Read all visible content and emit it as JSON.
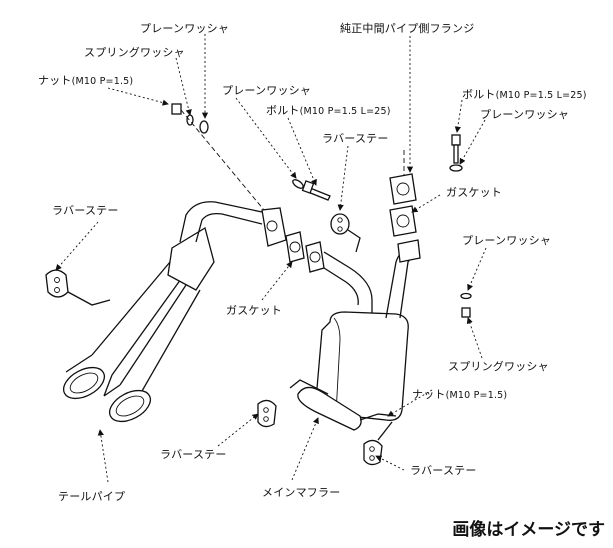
{
  "labels": {
    "plain_washer_top": "プレーンワッシャ",
    "spring_washer_top": "スプリングワッシャ",
    "nut_top": "ナット",
    "nut_top_spec": "(M10 P=1.5)",
    "plain_washer_mid": "プレーンワッシャ",
    "bolt_mid": "ボルト",
    "bolt_mid_spec": "(M10 P=1.5 L=25)",
    "rubber_stay_center": "ラバーステー",
    "flange": "純正中間パイプ側フランジ",
    "bolt_right": "ボルト",
    "bolt_right_spec": "(M10 P=1.5 L=25)",
    "plain_washer_right": "プレーンワッシャ",
    "gasket_right": "ガスケット",
    "plain_washer_lower_right": "プレーンワッシャ",
    "spring_washer_lower_right": "スプリングワッシャ",
    "nut_lower_right": "ナット",
    "nut_lower_right_spec": "(M10 P=1.5)",
    "rubber_stay_left": "ラバーステー",
    "gasket_center": "ガスケット",
    "rubber_stay_bottom_center": "ラバーステー",
    "rubber_stay_bottom_right": "ラバーステー",
    "tail_pipe": "テールパイプ",
    "main_muffler": "メインマフラー"
  },
  "note": "画像はイメージです"
}
